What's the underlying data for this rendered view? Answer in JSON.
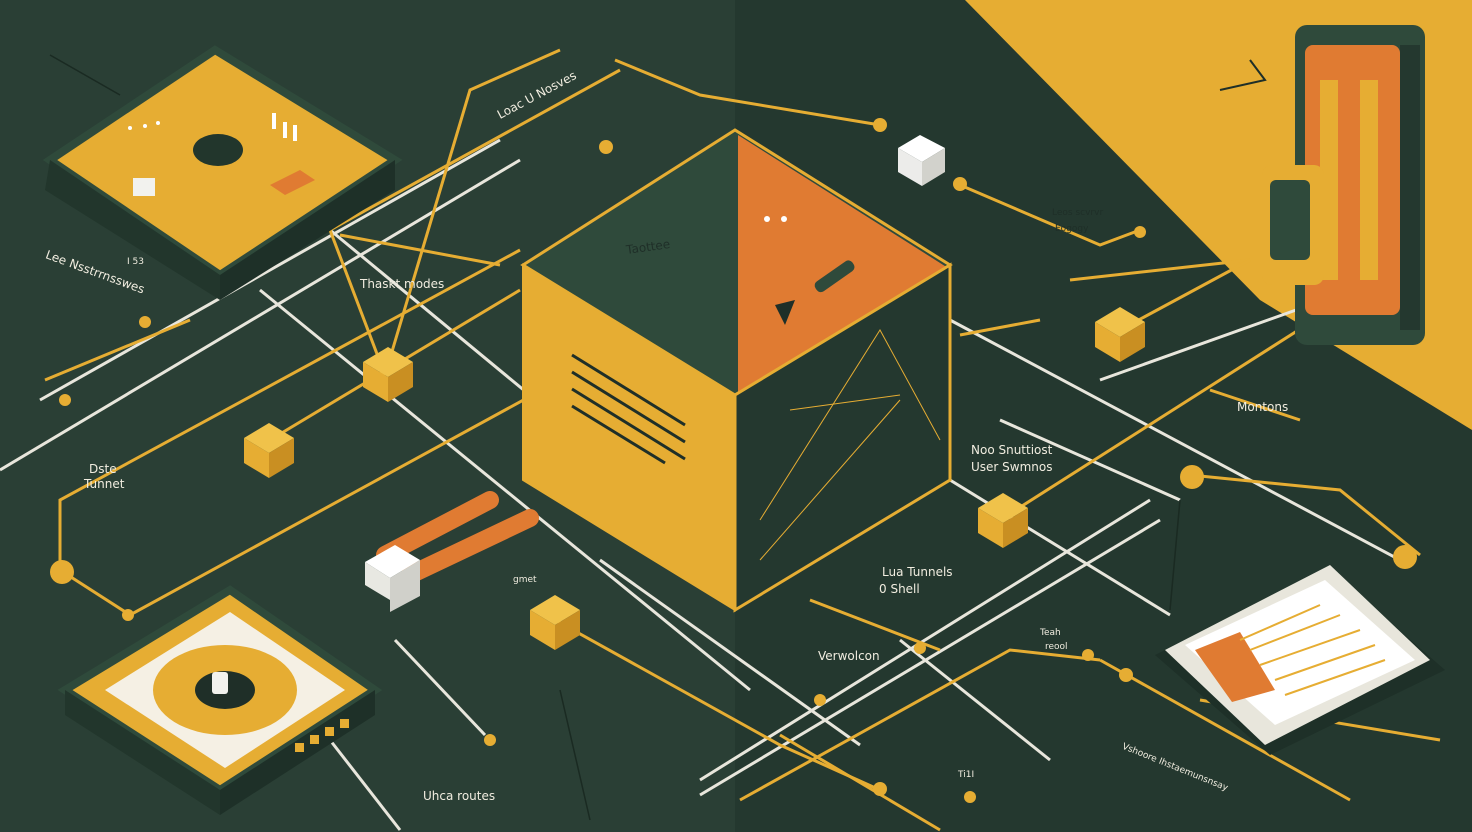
{
  "labels": {
    "top_center": "Loac U Nosves",
    "left_title": "Lee Nsstrrnsswes",
    "left_device_code": "I 53",
    "thanks_modes": "Thaskt modes",
    "cube_face_text": "Taottee",
    "data_tunnel_1": "Dste",
    "data_tunnel_2": "Tunnet",
    "small_grid": "gmet",
    "bottom_left": "Uhca routes",
    "right_top_1": "Leos scvrvr",
    "right_top_2": "Eogogy",
    "right_mid_1": "Noo Snuttiost",
    "right_mid_2": "User Swmnos",
    "monitors": "Montons",
    "tunnels_1": "Lua Tunnels",
    "tunnels_2": "0 Shell",
    "verwolcon": "Verwolcon",
    "tech_1": "Teah",
    "tech_2": "reool",
    "bottom_right": "Vshoore Ihstaemunsnsay",
    "bottom_center": "Ti1I"
  },
  "colors": {
    "background": "#2a3f35",
    "background_dark": "#223329",
    "accent_yellow": "#e6ad33",
    "accent_orange": "#e07b32",
    "line_white": "#e8e6dc",
    "panel_green": "#2f4a3b",
    "white_block": "#f2f2ee"
  },
  "icons": [
    "server-cube",
    "network-node",
    "router-device",
    "tablet-document",
    "server-tower"
  ]
}
